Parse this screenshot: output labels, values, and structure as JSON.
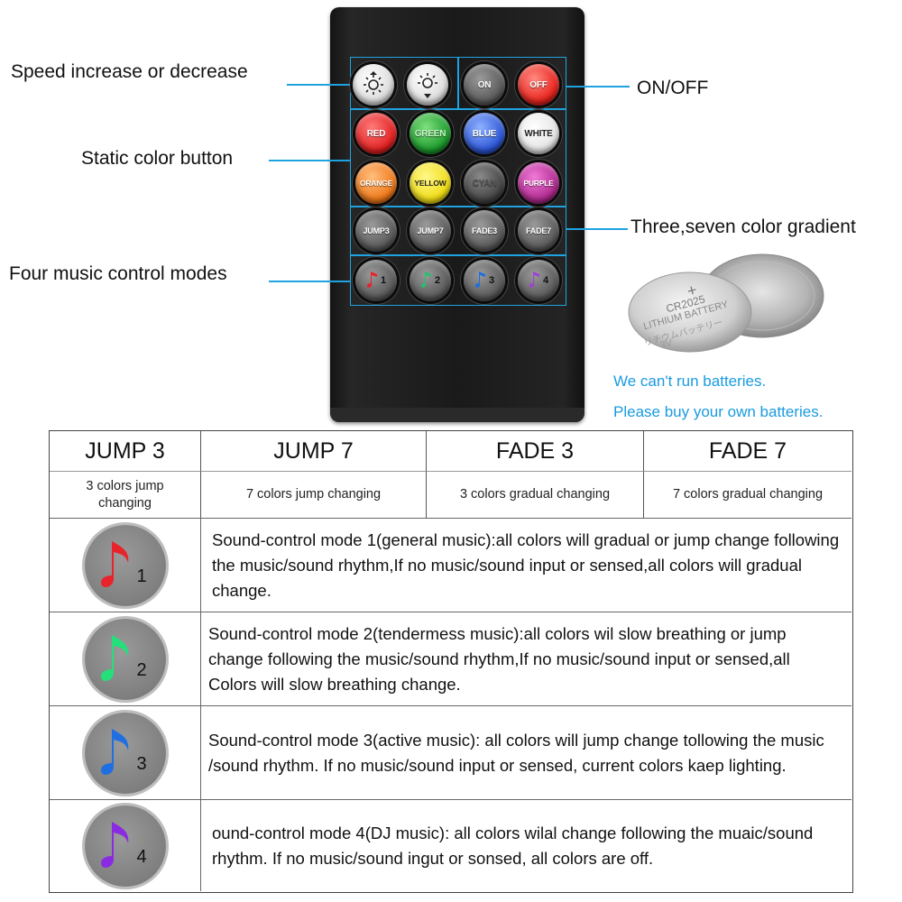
{
  "callouts": {
    "speed": "Speed increase or decrease",
    "static": "Static color button",
    "music": "Four music control modes",
    "onoff": "ON/OFF",
    "gradient": "Three,seven color gradient"
  },
  "buttons": {
    "on": "ON",
    "off": "OFF",
    "red": "RED",
    "green": "GREEN",
    "blue": "BLUE",
    "white": "WHITE",
    "orange": "ORANGE",
    "yellow": "YELLOW",
    "cyan": "CYAN",
    "purple": "PURPLE",
    "jump3": "JUMP3",
    "jump7": "JUMP7",
    "fade3": "FADE3",
    "fade7": "FADE7",
    "m1": "1",
    "m2": "2",
    "m3": "3",
    "m4": "4"
  },
  "battery": {
    "model": "CR2025",
    "type": "LITHIUM BATTERY",
    "jp": "リチウムバッテリー",
    "volt": "3V",
    "note1": "We can't run batteries.",
    "note2": "Please buy your own batteries."
  },
  "table": {
    "headers": [
      "JUMP 3",
      "JUMP 7",
      "FADE 3",
      "FADE 7"
    ],
    "subs": [
      "3 colors jump changing",
      "7 colors jump changing",
      "3 colors gradual changing",
      "7 colors gradual changing"
    ],
    "modes": [
      {
        "num": "1",
        "color": "#e8232a",
        "text": "Sound-control mode 1(general music):all colors will gradual or jump change following the music/sound rhythm,If no music/sound input or sensed,all colors will gradual change."
      },
      {
        "num": "2",
        "color": "#23e07a",
        "text": "Sound-control mode 2(tendermess music):all colors wil slow breathing or jump change following the music/sound rhythm,If no music/sound input or sensed,all Colors will slow breathing change."
      },
      {
        "num": "3",
        "color": "#1f6fe0",
        "text": "Sound-control mode 3(active music): all colors will jump change tollowing the music /sound rhythm. If no music/sound input or sensed, current colors kaep lighting."
      },
      {
        "num": "4",
        "color": "#8a2be2",
        "text": "ound-control mode 4(DJ music): all colors wilal change following the muaic/sound rhythm. If no music/sound ingut or sonsed, all colors are off."
      }
    ]
  }
}
